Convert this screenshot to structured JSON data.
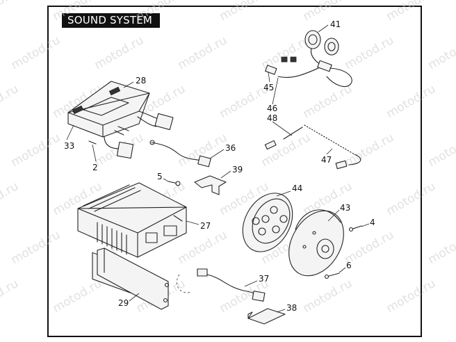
{
  "title": "SOUND SYSTEM",
  "watermark": "motod.ru",
  "callouts": [
    "41",
    "45",
    "46",
    "48",
    "47",
    "28",
    "33",
    "2",
    "36",
    "5",
    "39",
    "44",
    "43",
    "4",
    "27",
    "6",
    "37",
    "29",
    "38"
  ]
}
